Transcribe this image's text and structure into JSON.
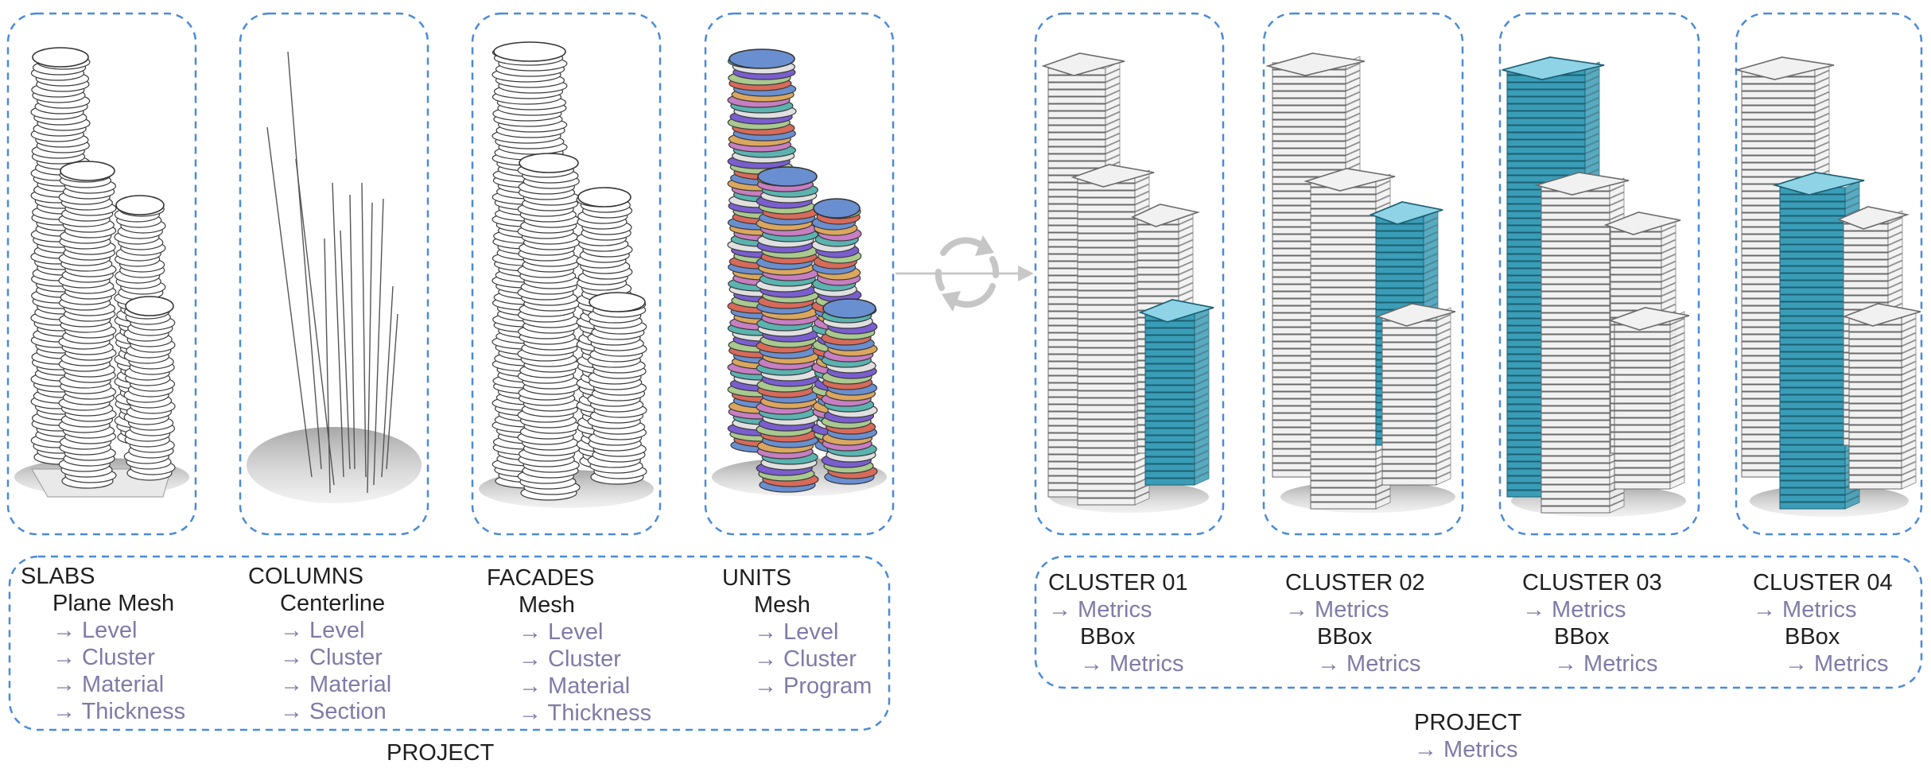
{
  "source_groups": [
    {
      "title": "SLABS",
      "subtitle": "Plane Mesh",
      "attributes": [
        "→ Level",
        "→ Cluster",
        "→ Material",
        "→ Thickness"
      ]
    },
    {
      "title": "COLUMNS",
      "subtitle": "Centerline",
      "attributes": [
        "→ Level",
        "→ Cluster",
        "→ Material",
        "→ Section"
      ]
    },
    {
      "title": "FACADES",
      "subtitle": "Mesh",
      "attributes": [
        "→ Level",
        "→ Cluster",
        "→ Material",
        "→ Thickness"
      ]
    },
    {
      "title": "UNITS",
      "subtitle": "Mesh",
      "attributes": [
        "→ Level",
        "→ Cluster",
        "→ Program"
      ]
    }
  ],
  "left_project_label": "PROJECT",
  "cluster_groups": [
    {
      "title": "CLUSTER 01",
      "metrics": "→ Metrics",
      "bbox": "BBox",
      "bbox_metrics": "→ Metrics"
    },
    {
      "title": "CLUSTER 02",
      "metrics": "→ Metrics",
      "bbox": "BBox",
      "bbox_metrics": "→ Metrics"
    },
    {
      "title": "CLUSTER 03",
      "metrics": "→ Metrics",
      "bbox": "BBox",
      "bbox_metrics": "→ Metrics"
    },
    {
      "title": "CLUSTER 04",
      "metrics": "→ Metrics",
      "bbox": "BBox",
      "bbox_metrics": "→ Metrics"
    }
  ],
  "right_project": {
    "label": "PROJECT",
    "metrics": "→ Metrics"
  },
  "icons": {
    "cycle": "refresh-cycle-icon"
  },
  "colors": {
    "dashed_border": "#4a8ad9",
    "muted_text": "#7f7ba7",
    "highlight_cyan": "#3a9db7",
    "arrow_gray": "#c8c8c8"
  }
}
